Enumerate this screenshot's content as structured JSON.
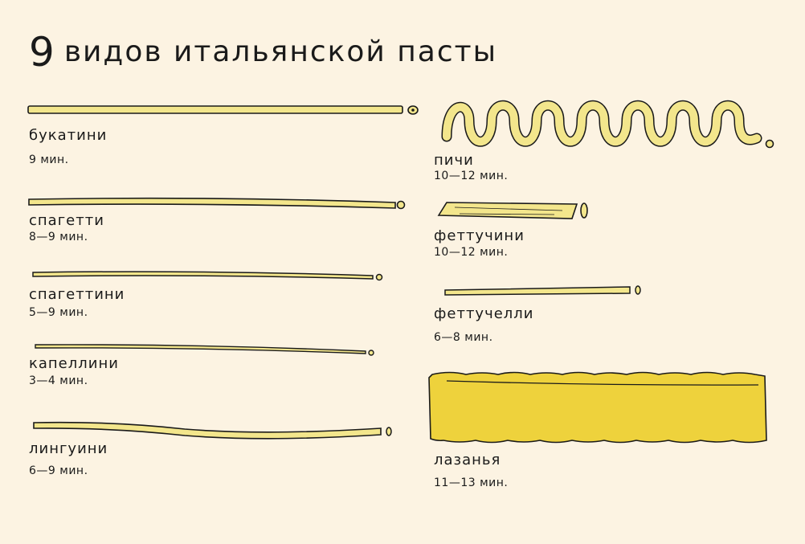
{
  "title": {
    "number": "9",
    "text": "видов итальянской пасты"
  },
  "colors": {
    "background": "#FCF3E2",
    "pasta_light": "#F3E68C",
    "pasta_dark": "#EED23C",
    "outline": "#1a1a1a"
  },
  "pastas": [
    {
      "name": "букатини",
      "time": "9 мин."
    },
    {
      "name": "спагетти",
      "time": "8—9 мин."
    },
    {
      "name": "спагеттини",
      "time": "5—9 мин."
    },
    {
      "name": "капеллини",
      "time": "3—4 мин."
    },
    {
      "name": "лингуини",
      "time": "6—9 мин."
    },
    {
      "name": "пичи",
      "time": "10—12 мин."
    },
    {
      "name": "феттучини",
      "time": "10—12 мин."
    },
    {
      "name": "феттучелли",
      "time": "6—8 мин."
    },
    {
      "name": "лазанья",
      "time": "11—13 мин."
    }
  ]
}
